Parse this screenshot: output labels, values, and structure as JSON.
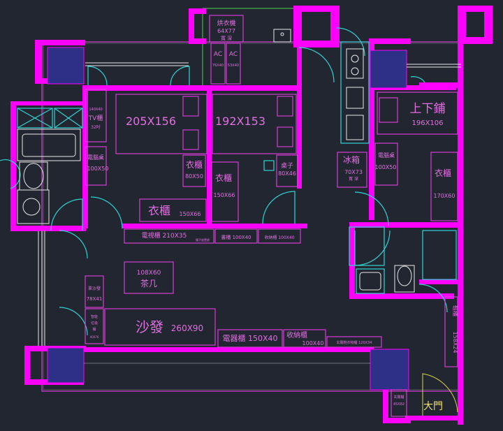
{
  "labels": {
    "dryer": "烘衣機",
    "dryer_size": "64X77",
    "dryer_note": "寬 深",
    "ac1": "AC",
    "ac2": "AC",
    "ac1_note": "76X40",
    "ac2_note": "53X40",
    "tv_cab_1": "140X40",
    "tv_cab_2": "TV櫃",
    "tv_cab_3": "32吋",
    "desk_l": "電腦桌",
    "desk_l_size": "100X50",
    "bed1": "205X156",
    "bed2": "192X153",
    "closet_a": "衣櫃",
    "closet_a_size": "80X50",
    "closet_b": "衣櫃",
    "closet_b_size": "150X66",
    "table": "桌子",
    "table_size": "80X46",
    "closet_c": "衣櫃",
    "closet_c_size": "150X66",
    "bunk": "上下鋪",
    "bunk_size": "196X106",
    "fridge": "冰箱",
    "fridge_size": "70X73",
    "fridge_note": "寬 深",
    "desk_r": "電腦桌",
    "desk_r_size": "100X50",
    "closet_d": "衣櫃",
    "closet_d_size": "170X60",
    "tv_cabinet": "電視櫃 210X35",
    "tv_cabinet_note": "鏡子放置處",
    "shoe": "書櫃 100X40",
    "storage_top": "收納櫃 100X40",
    "coffee_size": "108X60",
    "coffee": "茶几",
    "single_sofa_1": "單沙發",
    "single_sofa_2": "78X41",
    "smart_1": "智能",
    "smart_2": "垃圾",
    "smart_3": "桶",
    "smart_4": "40X76",
    "sofa": "沙發",
    "sofa_size": "260X90",
    "appliance": "電器櫃 150X40",
    "storage_bottom": "收納櫃",
    "storage_bottom_size": "100X40",
    "entry_cabinet": "玄關鞋衣物櫃 120X34",
    "shoe_right": "鞋櫃",
    "shoe_right_size": "158X24",
    "shoe_small_1": "玄關櫃",
    "shoe_small_2": "45X82",
    "main_door": "大門"
  }
}
